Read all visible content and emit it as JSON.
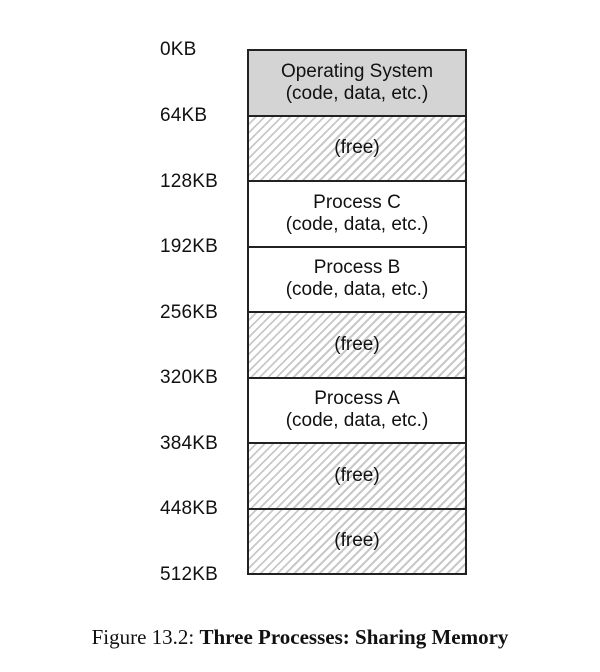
{
  "diagram": {
    "address_labels": [
      "0KB",
      "64KB",
      "128KB",
      "192KB",
      "256KB",
      "320KB",
      "384KB",
      "448KB",
      "512KB"
    ],
    "segments": [
      {
        "type": "os",
        "line1": "Operating System",
        "line2": "(code, data, etc.)"
      },
      {
        "type": "free",
        "line1": "(free)",
        "line2": ""
      },
      {
        "type": "used",
        "line1": "Process C",
        "line2": "(code, data, etc.)"
      },
      {
        "type": "used",
        "line1": "Process B",
        "line2": "(code, data, etc.)"
      },
      {
        "type": "free",
        "line1": "(free)",
        "line2": ""
      },
      {
        "type": "used",
        "line1": "Process A",
        "line2": "(code, data, etc.)"
      },
      {
        "type": "free",
        "line1": "(free)",
        "line2": ""
      },
      {
        "type": "free",
        "line1": "(free)",
        "line2": ""
      }
    ]
  },
  "caption": {
    "prefix": "Figure 13.2:",
    "title": "Three Processes: Sharing Memory"
  }
}
